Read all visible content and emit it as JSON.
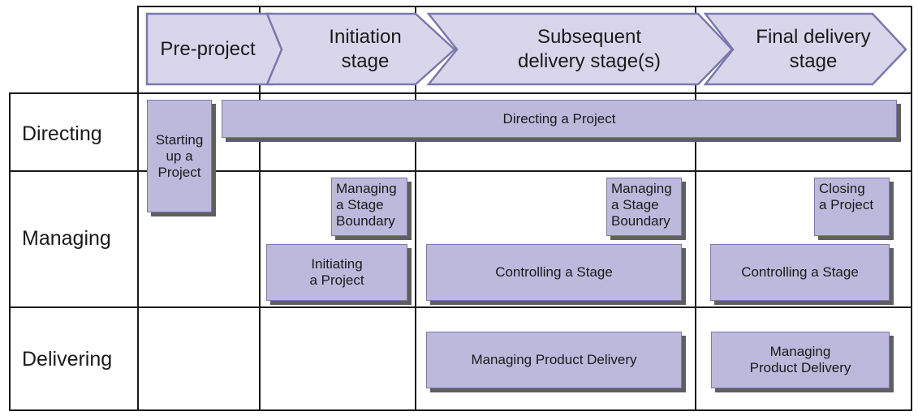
{
  "stages": [
    {
      "label": "Pre-project"
    },
    {
      "label": "Initiation\nstage"
    },
    {
      "label": "Subsequent\ndelivery stage(s)"
    },
    {
      "label": "Final delivery\nstage"
    }
  ],
  "rows": {
    "directing": "Directing",
    "managing": "Managing",
    "delivering": "Delivering"
  },
  "processes": {
    "starting_up": "Starting\nup a\nProject",
    "directing": "Directing a Project",
    "msb_initiation": "Managing\na Stage\nBoundary",
    "initiating": "Initiating\na Project",
    "msb_subsequent": "Managing\na Stage\nBoundary",
    "controlling_subsequent": "Controlling a Stage",
    "closing": "Closing\na Project",
    "controlling_final": "Controlling a Stage",
    "mpd_subsequent": "Managing Product Delivery",
    "mpd_final": "Managing\nProduct Delivery"
  },
  "colors": {
    "box_fill": "#bdb9dc",
    "box_border": "#7b78ac",
    "arrow_fill": "#d9d6ec",
    "arrow_stroke": "#7b78ac",
    "shadow": "#5f5f5f",
    "grid": "#1a1a1a"
  }
}
